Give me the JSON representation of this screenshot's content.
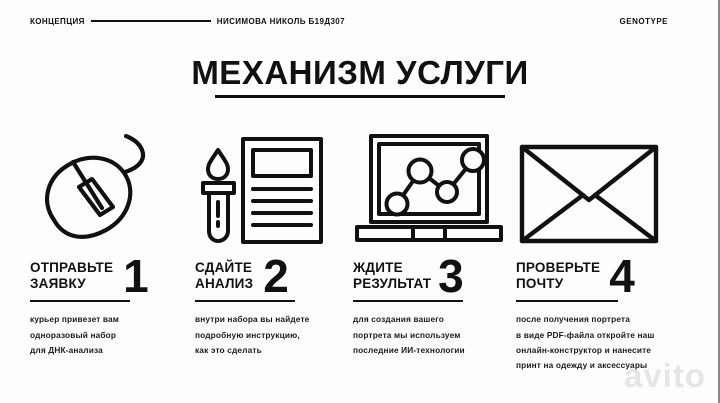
{
  "header": {
    "left_label": "КОНЦЕПЦИЯ",
    "author": "НИСИМОВА НИКОЛЬ Б19Д307",
    "brand": "GENOTYPE"
  },
  "title": "МЕХАНИЗМ УСЛУГИ",
  "watermark": "avito",
  "colors": {
    "ink": "#111111",
    "background": "#fdfdfd",
    "watermark": "rgba(120,120,120,0.18)"
  },
  "steps": [
    {
      "number": "1",
      "icon": "computer-mouse-icon",
      "title": "ОТПРАВЬТЕ\nЗАЯВКУ",
      "body": [
        "курьер привезет вам",
        "одноразовый набор",
        "для ДНК-анализа"
      ]
    },
    {
      "number": "2",
      "icon": "test-tube-document-icon",
      "title": "СДАЙТЕ\nАНАЛИЗ",
      "body": [
        "внутри набора вы найдете",
        "подробную инструкцию,",
        "как это сделать"
      ]
    },
    {
      "number": "3",
      "icon": "laptop-chart-icon",
      "title": "ЖДИТЕ\nРЕЗУЛЬТАТ",
      "body": [
        "для создания вашего",
        "портрета мы используем",
        "последние ИИ-технологии"
      ]
    },
    {
      "number": "4",
      "icon": "envelope-icon",
      "title": "ПРОВЕРЬТЕ\nПОЧТУ",
      "body": [
        "после получения портрета",
        "в виде PDF-файла откройте наш",
        "онлайн-конструктор и нанесите",
        "принт на одежду и аксессуары"
      ]
    }
  ]
}
